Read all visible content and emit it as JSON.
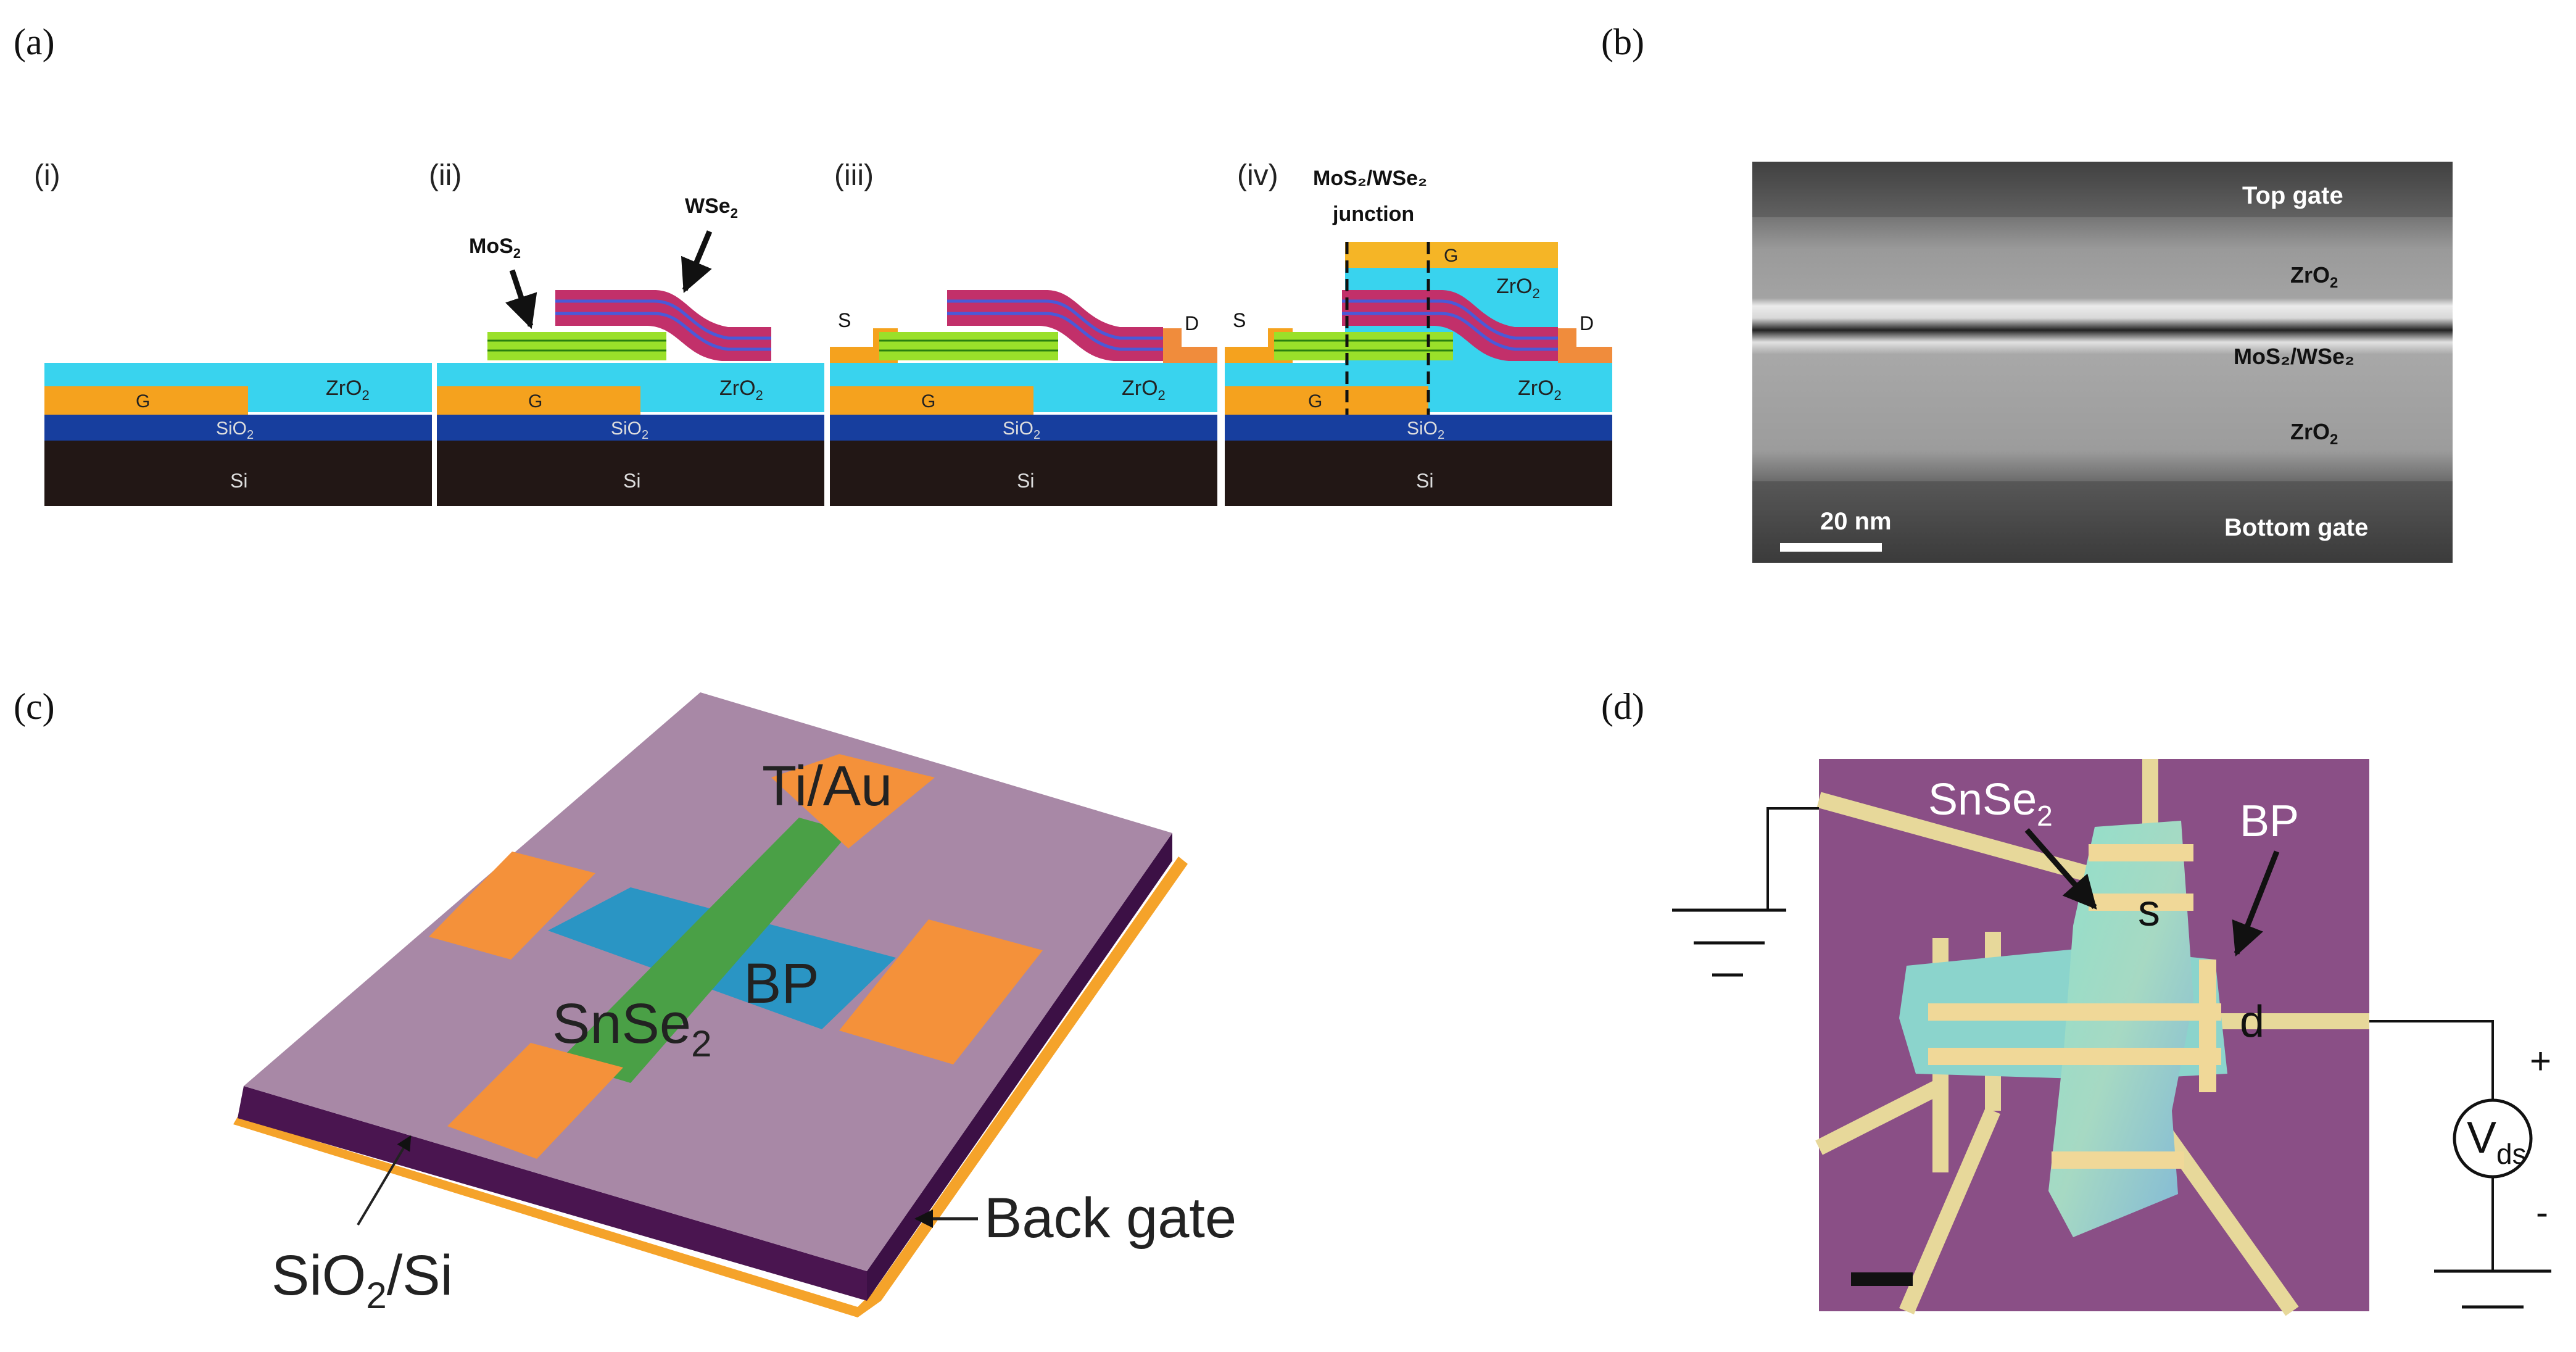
{
  "panels": {
    "a": {
      "label": "(a)",
      "steps": [
        "(i)",
        "(ii)",
        "(iii)",
        "(iv)"
      ],
      "layers": {
        "gate": "G",
        "zro2": "ZrO",
        "sio2": "SiO",
        "si": "Si",
        "sub2": "2"
      },
      "mos2": "MoS",
      "wse2": "WSe",
      "source": "S",
      "drain": "D",
      "junction_top": "MoS₂/WSe₂",
      "junction_bottom": "junction"
    },
    "b": {
      "label": "(b)",
      "top_gate": "Top gate",
      "zro2_top": "ZrO",
      "heterostructure": "MoS₂/WSe₂",
      "zro2_bottom": "ZrO",
      "sub2": "2",
      "bottom_gate": "Bottom gate",
      "scale": "20 nm"
    },
    "c": {
      "label": "(c)",
      "tiau": "Ti/Au",
      "bp": "BP",
      "snse": "SnSe",
      "sub2": "2",
      "substrate": "SiO",
      "substrate_tail": "/Si",
      "back_gate": "Back gate"
    },
    "d": {
      "label": "(d)",
      "snse": "SnSe",
      "sub2": "2",
      "bp": "BP",
      "s": "s",
      "d": "d",
      "plus": "+",
      "minus": "-",
      "v": "V",
      "v_sub": "ds"
    }
  }
}
